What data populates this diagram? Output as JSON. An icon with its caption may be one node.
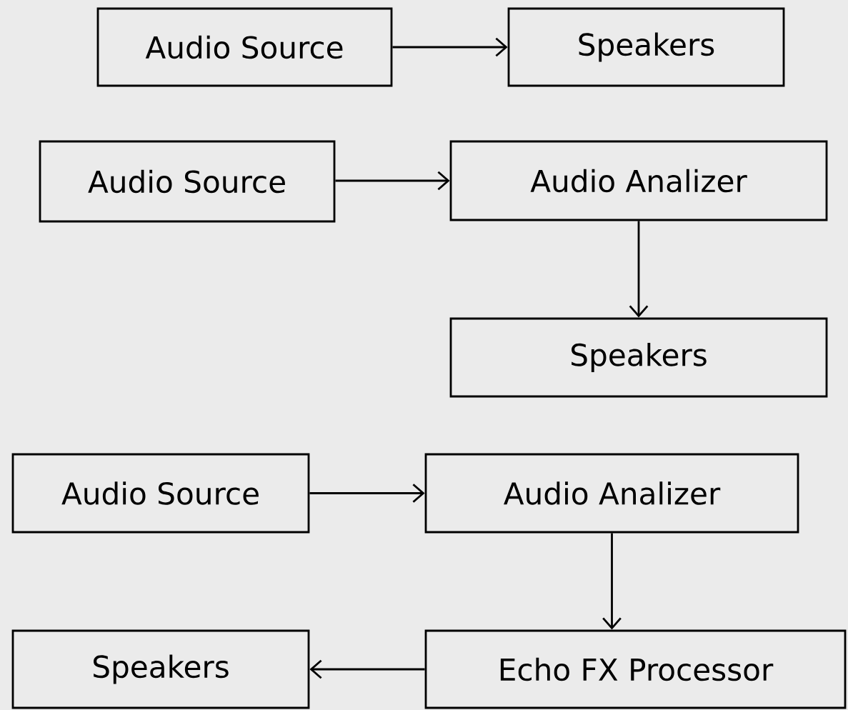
{
  "diagram": {
    "nodes": [
      {
        "text": [
          "Audio Source"
        ]
      },
      {
        "text": [
          "Speakers"
        ]
      },
      {
        "text": [
          "Audio Source"
        ]
      },
      {
        "text": [
          "Audio Analizer"
        ]
      },
      {
        "text": [
          "Speakers"
        ]
      },
      {
        "text": [
          "Audio Source"
        ]
      },
      {
        "text": [
          "Audio Analizer"
        ]
      },
      {
        "text": [
          "Echo FX Processor"
        ]
      },
      {
        "text": [
          "Speakers"
        ]
      }
    ],
    "edges": [
      {
        "from": 0,
        "to": 1,
        "arrow": "to"
      },
      {
        "from": 2,
        "to": 3,
        "arrow": "to"
      },
      {
        "from": 3,
        "to": 4,
        "arrow": "to"
      },
      {
        "from": 5,
        "to": 6,
        "arrow": "to"
      },
      {
        "from": 6,
        "to": 7,
        "arrow": "to"
      },
      {
        "from": 7,
        "to": 8,
        "arrow": "to"
      }
    ]
  }
}
